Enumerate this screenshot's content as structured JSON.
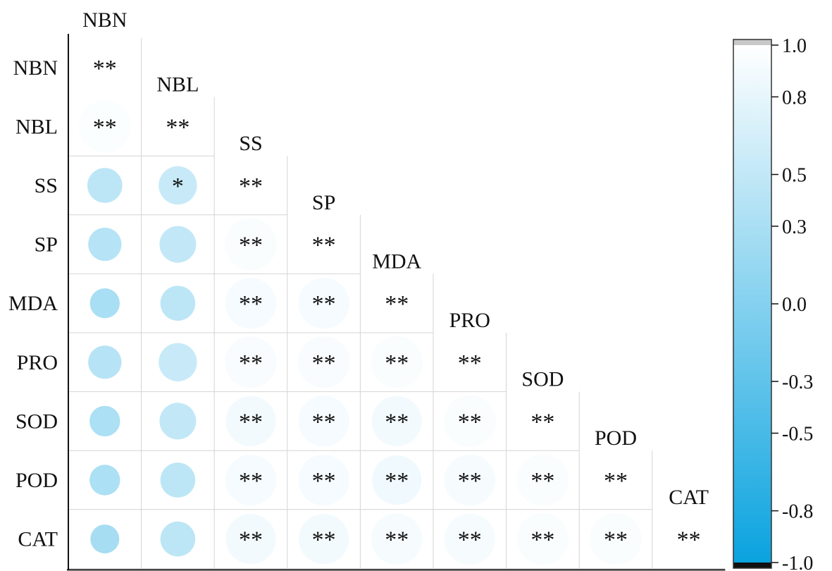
{
  "chart_data": {
    "type": "heatmap",
    "variables": [
      "NBN",
      "NBL",
      "SS",
      "SP",
      "MDA",
      "PRO",
      "SOD",
      "POD",
      "CAT"
    ],
    "correlations": [
      [
        1.0,
        0.97,
        0.45,
        0.4,
        0.3,
        0.4,
        0.32,
        0.32,
        0.27
      ],
      [
        0.97,
        1.0,
        0.55,
        0.5,
        0.45,
        0.55,
        0.5,
        0.45,
        0.45
      ],
      [
        0.45,
        0.55,
        1.0,
        0.96,
        0.92,
        0.94,
        0.9,
        0.92,
        0.9
      ],
      [
        0.4,
        0.5,
        0.96,
        1.0,
        0.92,
        0.94,
        0.92,
        0.92,
        0.9
      ],
      [
        0.3,
        0.45,
        0.92,
        0.92,
        1.0,
        0.95,
        0.9,
        0.88,
        0.93
      ],
      [
        0.4,
        0.55,
        0.94,
        0.94,
        0.95,
        1.0,
        0.96,
        0.93,
        0.93
      ],
      [
        0.32,
        0.5,
        0.9,
        0.92,
        0.9,
        0.96,
        1.0,
        0.96,
        0.96
      ],
      [
        0.32,
        0.45,
        0.92,
        0.92,
        0.88,
        0.93,
        0.96,
        1.0,
        0.96
      ],
      [
        0.27,
        0.45,
        0.9,
        0.9,
        0.93,
        0.93,
        0.96,
        0.96,
        1.0
      ]
    ],
    "significance": [
      [
        "**",
        "**",
        "",
        "",
        "",
        "",
        "",
        "",
        ""
      ],
      [
        "**",
        "**",
        "*",
        "",
        "",
        "",
        "",
        "",
        ""
      ],
      [
        "",
        "*",
        "**",
        "**",
        "**",
        "**",
        "**",
        "**",
        "**"
      ],
      [
        "",
        "",
        "**",
        "**",
        "**",
        "**",
        "**",
        "**",
        "**"
      ],
      [
        "",
        "",
        "**",
        "**",
        "**",
        "**",
        "**",
        "**",
        "**"
      ],
      [
        "",
        "",
        "**",
        "**",
        "**",
        "**",
        "**",
        "**",
        "**"
      ],
      [
        "",
        "",
        "**",
        "**",
        "**",
        "**",
        "**",
        "**",
        "**"
      ],
      [
        "",
        "",
        "**",
        "**",
        "**",
        "**",
        "**",
        "**",
        "**"
      ],
      [
        "",
        "",
        "**",
        "**",
        "**",
        "**",
        "**",
        "**",
        "**"
      ]
    ],
    "colorbar": {
      "range": [
        -1.0,
        1.0
      ],
      "ticks": [
        1.0,
        0.8,
        0.5,
        0.3,
        0.0,
        -0.3,
        -0.5,
        -0.8,
        -1.0
      ],
      "tick_labels": [
        "1.0",
        "0.8",
        "0.5",
        "0.3",
        "0.0",
        "-0.3",
        "-0.5",
        "-0.8",
        "-1.0"
      ],
      "colors": [
        "#0aa3df",
        "#ffffff"
      ],
      "placement": "right"
    },
    "legend_placement": "right"
  }
}
